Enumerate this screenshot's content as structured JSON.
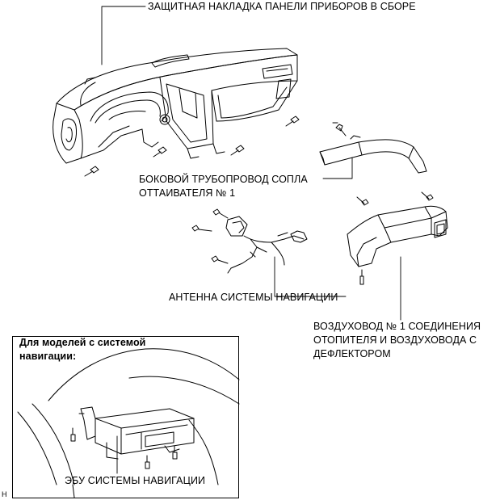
{
  "labels": {
    "dashboard": "ЗАЩИТНАЯ НАКЛАДКА ПАНЕЛИ ПРИБОРОВ В СБОРЕ",
    "side_duct_line1": "БОКОВОЙ ТРУБОПРОВОД СОПЛА",
    "side_duct_line2": "ОТТАИВАТЕЛЯ № 1",
    "antenna": "АНТЕННА СИСТЕМЫ НАВИГАЦИИ",
    "heater_duct_line1": "ВОЗДУХОВОД № 1 СОЕДИНЕНИЯ",
    "heater_duct_line2": "ОТОПИТЕЛЯ И ВОЗДУХОВОДА С",
    "heater_duct_line3": "ДЕФЛЕКТОРОМ"
  },
  "inset": {
    "title_line1": "Для моделей с системой",
    "title_line2": "навигации:",
    "ecu_label": "ЭБУ СИСТЕМЫ НАВИГАЦИИ"
  },
  "corner_mark": "H"
}
